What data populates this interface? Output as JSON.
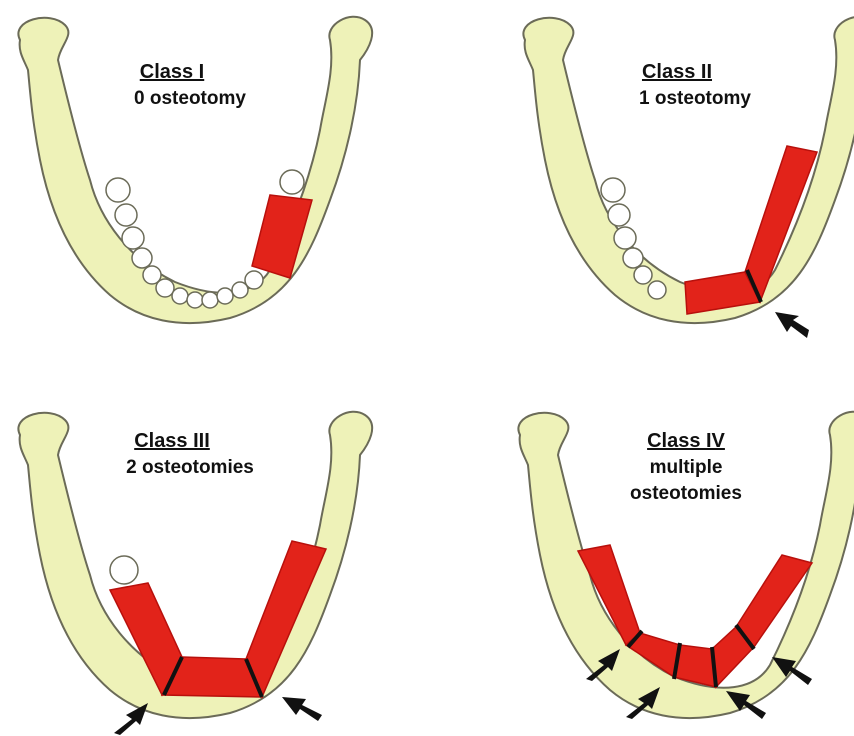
{
  "colors": {
    "bone": "#eef2b8",
    "outline": "#6b6b58",
    "graft": "#e2231a",
    "graft_dark": "#b8100c",
    "osteotomy": "#111111",
    "arrow": "#111111",
    "tooth": "#ffffff",
    "text": "#111111"
  },
  "panels": [
    {
      "id": "class-1",
      "title": "Class I",
      "sub": [
        "0 osteotomy"
      ],
      "osteotomies": 0
    },
    {
      "id": "class-2",
      "title": "Class II",
      "sub": [
        "1 osteotomy"
      ],
      "osteotomies": 1
    },
    {
      "id": "class-3",
      "title": "Class III",
      "sub": [
        "2 osteotomies"
      ],
      "osteotomies": 2
    },
    {
      "id": "class-4",
      "title": "Class IV",
      "sub": [
        "multiple",
        "osteotomies"
      ],
      "osteotomies": 4
    }
  ]
}
